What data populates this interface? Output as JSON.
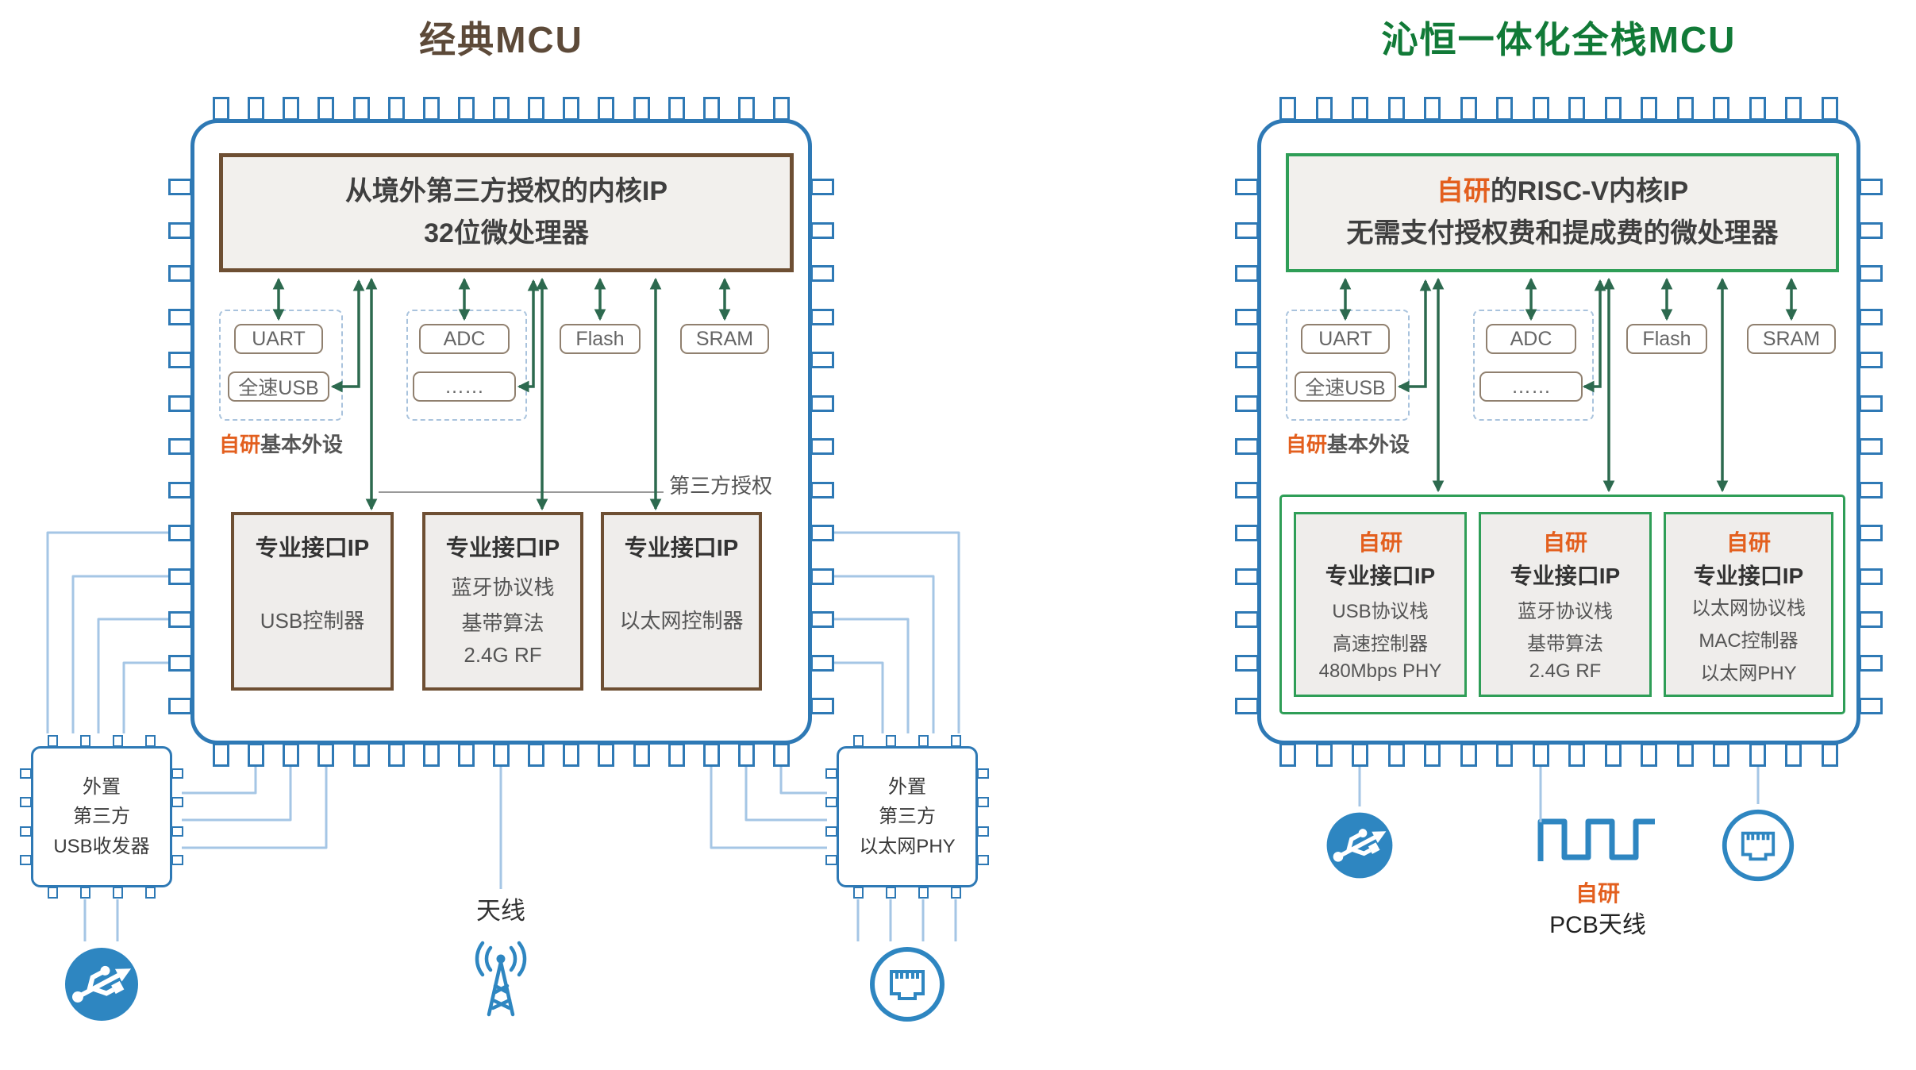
{
  "left": {
    "title": "经典MCU",
    "core_line1": "从境外第三方授权的内核IP",
    "core_line2": "32位微处理器",
    "uart": "UART",
    "full_usb": "全速USB",
    "adc": "ADC",
    "dots": "……",
    "flash": "Flash",
    "sram": "SRAM",
    "self_dev": "自研",
    "base_peripherals": "基本外设",
    "third_party": "第三方授权",
    "ip1_title": "专业接口IP",
    "ip1_line1": "USB控制器",
    "ip2_title": "专业接口IP",
    "ip2_lines": [
      "蓝牙协议栈",
      "基带算法",
      "2.4G RF"
    ],
    "ip3_title": "专业接口IP",
    "ip3_line1": "以太网控制器",
    "ext_usb_lines": [
      "外置",
      "第三方",
      "USB收发器"
    ],
    "ext_phy_lines": [
      "外置",
      "第三方",
      "以太网PHY"
    ],
    "antenna": "天线"
  },
  "right": {
    "title": "沁恒一体化全栈MCU",
    "core_hl": "自研",
    "core_line1_rest": "的RISC-V内核IP",
    "core_line2": "无需支付授权费和提成费的微处理器",
    "uart": "UART",
    "full_usb": "全速USB",
    "adc": "ADC",
    "dots": "……",
    "flash": "Flash",
    "sram": "SRAM",
    "self_dev": "自研",
    "base_peripherals": "基本外设",
    "ip_boxes": [
      {
        "hl": "自研",
        "title": "专业接口IP",
        "l1": "USB协议栈",
        "l2": "高速控制器",
        "l3": "480Mbps PHY"
      },
      {
        "hl": "自研",
        "title": "专业接口IP",
        "l1": "蓝牙协议栈",
        "l2": "基带算法",
        "l3": "2.4G RF"
      },
      {
        "hl": "自研",
        "title": "专业接口IP",
        "l1": "以太网协议栈",
        "l2": "MAC控制器",
        "l3": "以太网PHY"
      }
    ],
    "pcb_hl": "自研",
    "pcb_label": "PCB天线"
  },
  "colors": {
    "blue": "#2e79b5",
    "lblue": "#a5c6e5",
    "icon_blue": "#2e86c1",
    "brown": "#6e4f33",
    "brown_title": "#5d4a39",
    "green": "#2f9e57",
    "green_dark": "#117a37",
    "orange": "#e35f1e",
    "arrow": "#2d6a4f"
  }
}
